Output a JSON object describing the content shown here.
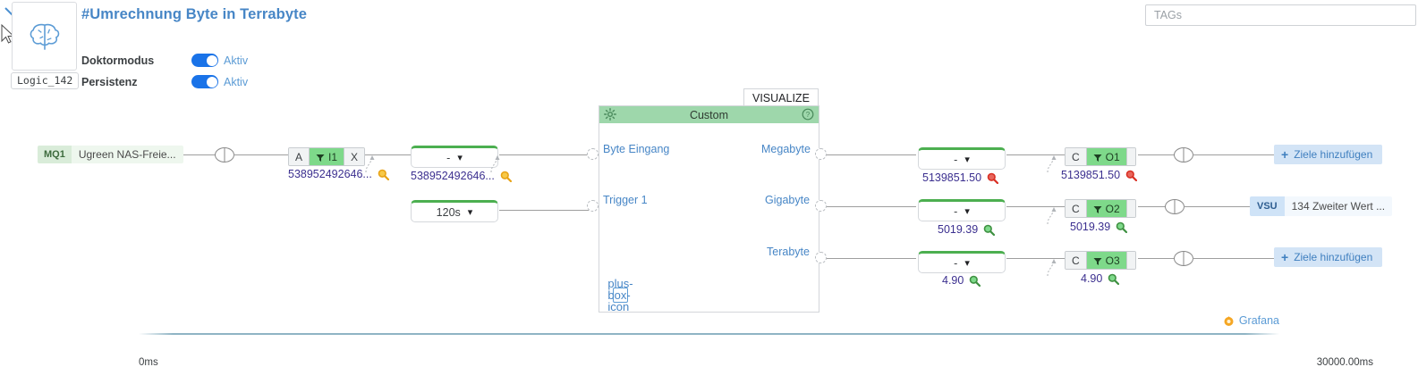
{
  "header": {
    "title": "#Umrechnung Byte in Terrabyte",
    "logic_chip": "Logic_142",
    "brain_icon": "brain-icon",
    "collapse_icon": "chevron-down-icon",
    "settings": [
      {
        "label": "Doktormodus",
        "state": "Aktiv",
        "enabled": true
      },
      {
        "label": "Persistenz",
        "state": "Aktiv",
        "enabled": true
      }
    ],
    "tags": {
      "placeholder": "TAGs",
      "value": ""
    }
  },
  "source": {
    "tag": "MQ1",
    "name": "Ugreen NAS-Freie..."
  },
  "input_stage": {
    "segmented": {
      "left": "A",
      "middle": "I1",
      "right": "X",
      "filter_icon": "funnel-icon"
    },
    "readout_value": "538952492646...",
    "readout_icon": "magnifier-icon",
    "readout_icon_color": "#e8a317",
    "dropdown_value": "-",
    "dropdown_readout_value": "538952492646...",
    "trigger_dropdown_value": "120s"
  },
  "function_node": {
    "tab_label": "VISUALIZE",
    "title": "Custom",
    "gear_icon": "gear-icon",
    "help_icon": "help-circle-icon",
    "add_icon": "plus-box-icon",
    "inputs": [
      "Byte Eingang",
      "Trigger 1"
    ],
    "outputs": [
      "Megabyte",
      "Gigabyte",
      "Terabyte"
    ]
  },
  "output_rows": [
    {
      "dropdown_value": "-",
      "dropdown_readout": "5139851.50",
      "dropdown_icon_color": "#d93025",
      "segmented": {
        "left": "C",
        "middle": "O1",
        "filter_icon": "funnel-icon"
      },
      "seg_readout": "5139851.50",
      "seg_icon_color": "#d93025",
      "target_type": "add",
      "target_label": "Ziele hinzufügen"
    },
    {
      "dropdown_value": "-",
      "dropdown_readout": "5019.39",
      "dropdown_icon_color": "#3f9142",
      "segmented": {
        "left": "C",
        "middle": "O2",
        "filter_icon": "funnel-icon"
      },
      "seg_readout": "5019.39",
      "seg_icon_color": "#3f9142",
      "target_type": "vsu",
      "target_tag": "VSU",
      "target_label": "134 Zweiter Wert ..."
    },
    {
      "dropdown_value": "-",
      "dropdown_readout": "4.90",
      "dropdown_icon_color": "#3f9142",
      "segmented": {
        "left": "C",
        "middle": "O3",
        "filter_icon": "funnel-icon"
      },
      "seg_readout": "4.90",
      "seg_icon_color": "#3f9142",
      "target_type": "add",
      "target_label": "Ziele hinzufügen"
    }
  ],
  "footer": {
    "grafana_label": "Grafana",
    "grafana_icon": "grafana-icon",
    "time_start": "0ms",
    "time_end": "30000.00ms"
  },
  "colors": {
    "accent_blue": "#4786c6",
    "node_green": "#9ed7ab",
    "toggle_blue": "#1a73e8",
    "value_purple": "#3b2f8f"
  }
}
